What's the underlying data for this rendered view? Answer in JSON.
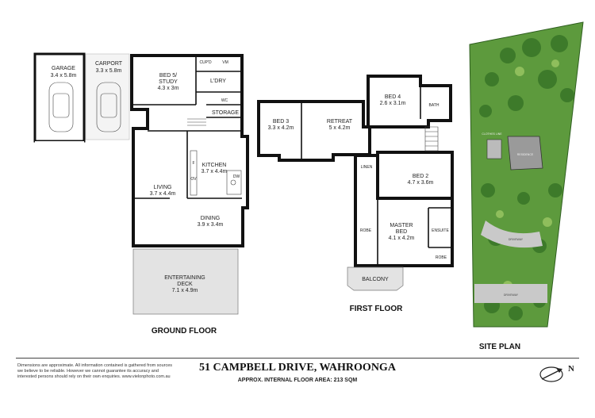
{
  "ground_floor": {
    "title": "GROUND FLOOR",
    "rooms": [
      {
        "name": "GARAGE",
        "size": "3.4 x 5.8m"
      },
      {
        "name": "CARPORT",
        "size": "3.3 x 5.8m"
      },
      {
        "name": "BED 5/",
        "name2": "STUDY",
        "size": "4.3 x 3m"
      },
      {
        "name": "L'DRY"
      },
      {
        "name": "CUP'D"
      },
      {
        "name": "VM"
      },
      {
        "name": "WC"
      },
      {
        "name": "STORAGE"
      },
      {
        "name": "KITCHEN",
        "size": "3.7 x 4.4m"
      },
      {
        "name": "LIVING",
        "size": "3.7 x 4.4m"
      },
      {
        "name": "DINING",
        "size": "3.9 x 3.4m"
      },
      {
        "name": "ENTERTAINING",
        "name2": "DECK",
        "size": "7.1 x 4.9m"
      },
      {
        "name": "F"
      },
      {
        "name": "OV"
      },
      {
        "name": "DW"
      }
    ]
  },
  "first_floor": {
    "title": "FIRST FLOOR",
    "rooms": [
      {
        "name": "BED 3",
        "size": "3.3 x 4.2m"
      },
      {
        "name": "RETREAT",
        "size": "5 x 4.2m"
      },
      {
        "name": "BED 4",
        "size": "2.6 x 3.1m"
      },
      {
        "name": "BATH"
      },
      {
        "name": "BED 2",
        "size": "4.7 x 3.6m"
      },
      {
        "name": "LINEN"
      },
      {
        "name": "MASTER",
        "name2": "BED",
        "size": "4.1 x 4.2m"
      },
      {
        "name": "ROBE"
      },
      {
        "name": "ROBE"
      },
      {
        "name": "ENSUITE"
      },
      {
        "name": "BALCONY"
      }
    ]
  },
  "site_plan": {
    "title": "SITE PLAN",
    "labels": [
      "RESIDENCE",
      "DRIVEWAY",
      "DRIVEWAY",
      "CLOTHES LINE"
    ]
  },
  "footer": {
    "disclaimer": "Dimensions are approximate. All information contained is gathered from sources we believe to be reliable. However we cannot guarantee its accuracy and interested persons should rely on their own enquiries. www.vielonphoto.com.au",
    "address": "51 CAMPBELL DRIVE, WAHROONGA",
    "area": "APPROX. INTERNAL FLOOR AREA: 213 SQM",
    "compass_label": "N"
  },
  "colors": {
    "wall": "#111111",
    "deck": "#e3e3e3",
    "vegetation": "#5d9a3d",
    "vegetation_dark": "#3d7a2a",
    "driveway": "#c9c9c9"
  }
}
